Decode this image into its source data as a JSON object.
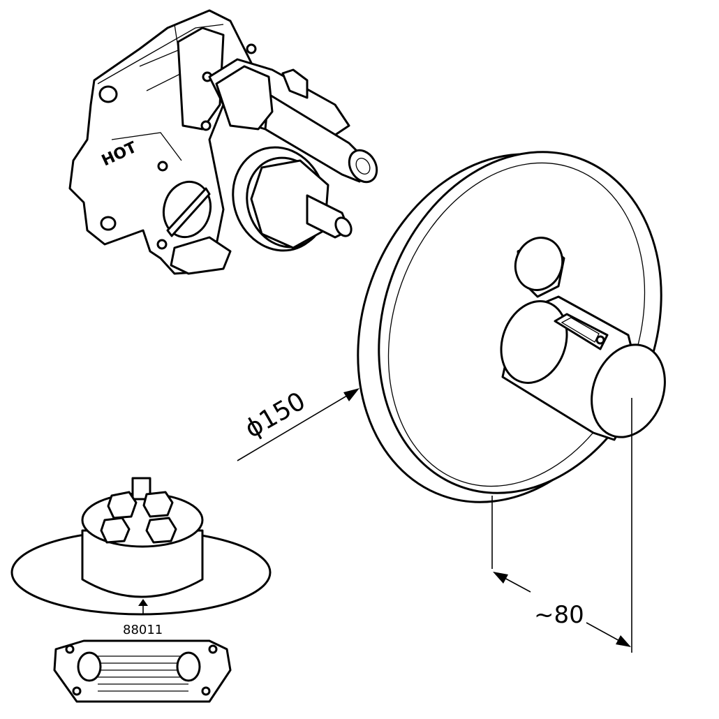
{
  "drawing": {
    "valve_label": "HOT",
    "diameter_dimension": "ϕ150",
    "depth_dimension": "~80",
    "part_number": "88011"
  }
}
